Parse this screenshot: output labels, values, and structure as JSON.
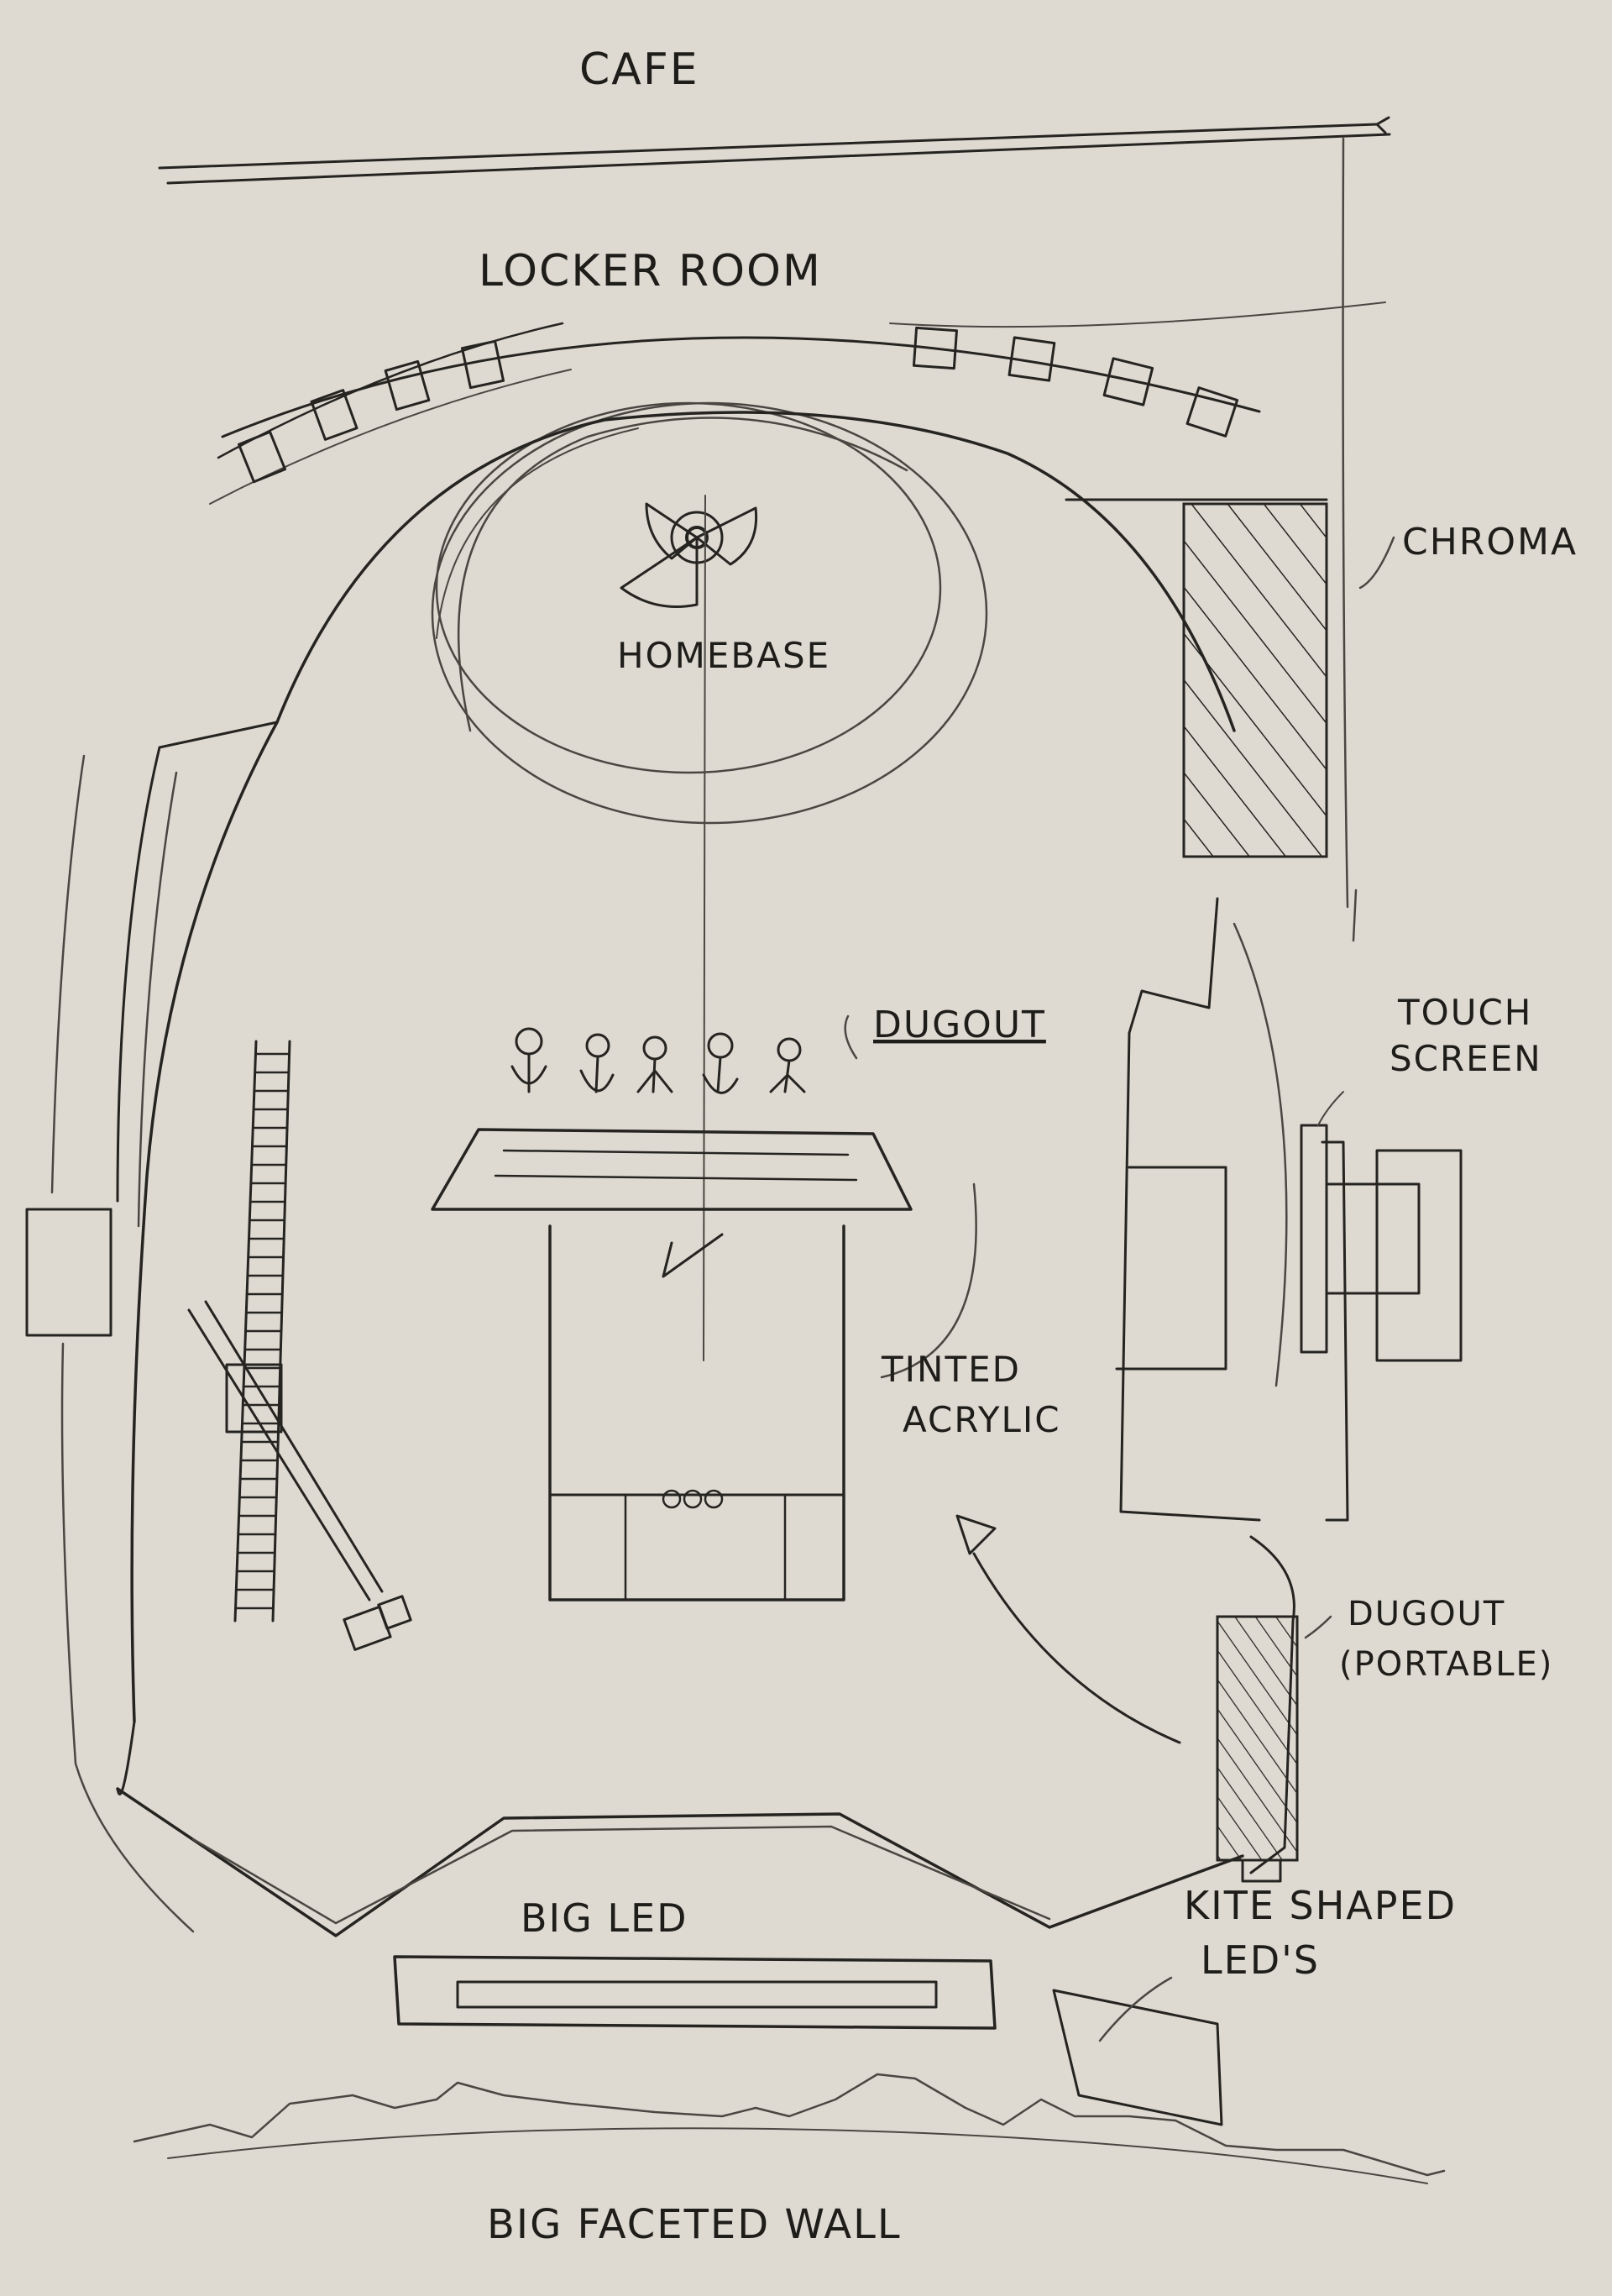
{
  "labels": {
    "cafe": "CAFE",
    "locker_room": "LOCKER ROOM",
    "homebase": "HOMEBASE",
    "chroma": "CHROMA",
    "touch_line1": "TOUCH",
    "touch_line2": "SCREEN",
    "dugout": "DUGOUT",
    "tinted_line1": "TINTED",
    "tinted_line2": "ACRYLIC",
    "dugout_portable_line1": "DUGOUT",
    "dugout_portable_line2": "(PORTABLE)",
    "big_led": "BIG LED",
    "kite_line1": "KITE SHAPED",
    "kite_line2": "LED'S",
    "faceted_wall": "BIG FACETED WALL"
  },
  "colors": {
    "paper": "#dedad2",
    "ink": "#262421"
  }
}
